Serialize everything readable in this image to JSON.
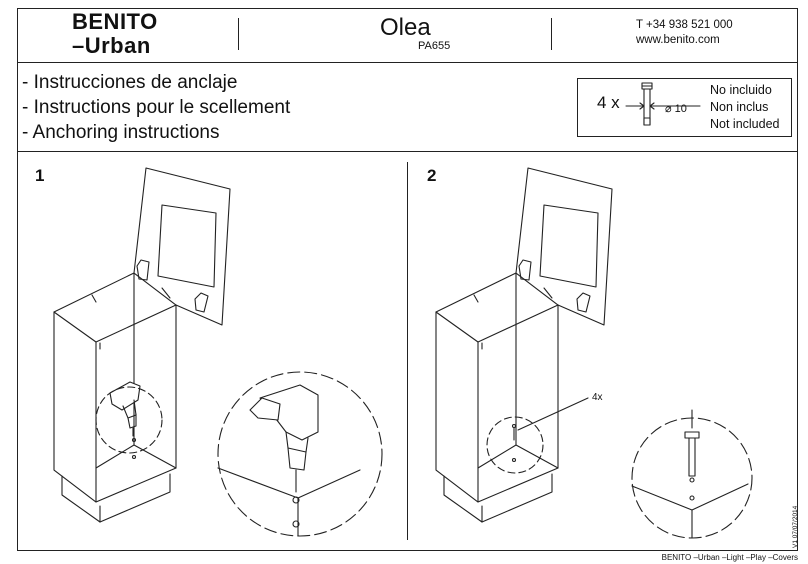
{
  "header": {
    "brand_line1": "BENITO",
    "brand_line2": "–Urban",
    "product_name": "Olea",
    "product_code": "PA655",
    "phone": "T +34 938 521 000",
    "website": "www.benito.com"
  },
  "instructions": [
    "- Instrucciones de anclaje",
    "- Instructions pour le scellement",
    "- Anchoring instructions"
  ],
  "bolt_spec": {
    "quantity": "4 x",
    "diameter": "⌀ 10",
    "notes": [
      "No incluido",
      "Non inclus",
      "Not included"
    ]
  },
  "steps": [
    {
      "number": "1"
    },
    {
      "number": "2",
      "callout": "4x"
    }
  ],
  "footer": {
    "tagline": "BENITO –Urban –Light –Play –Covers",
    "version": "V1 07/07/2014"
  }
}
